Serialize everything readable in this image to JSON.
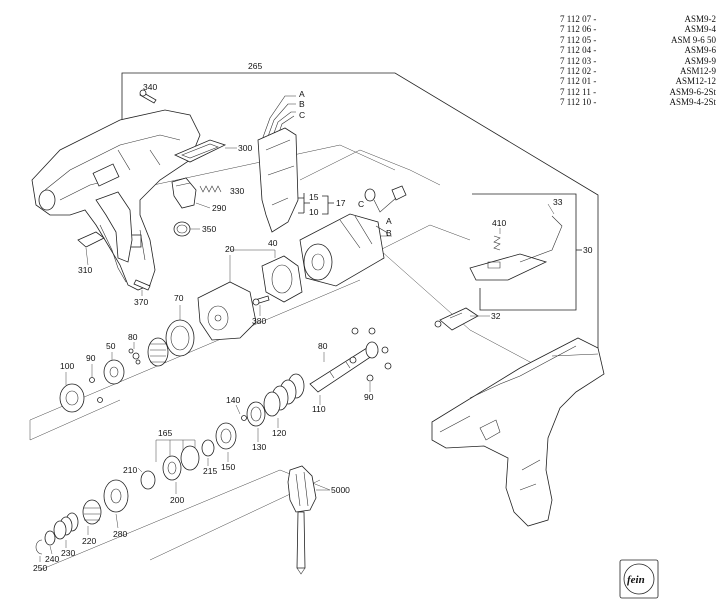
{
  "model_list": [
    {
      "code": "7 112 07 -",
      "model": "ASM9-2"
    },
    {
      "code": "7 112 06 -",
      "model": "ASM9-4"
    },
    {
      "code": "7 112 05 -",
      "model": "ASM 9-6 50"
    },
    {
      "code": "7 112 04 -",
      "model": "ASM9-6"
    },
    {
      "code": "7 112 03 -",
      "model": "ASM9-9"
    },
    {
      "code": "7 112 02 -",
      "model": "ASM12-9"
    },
    {
      "code": "7 112 01 -",
      "model": "ASM12-12"
    },
    {
      "code": "7 112 11 -",
      "model": "ASM9-6-2St"
    },
    {
      "code": "7 112 10 -",
      "model": "ASM9-4-2St"
    }
  ],
  "part_labels": {
    "p265": "265",
    "p340": "340",
    "p300": "300",
    "p330": "330",
    "p290": "290",
    "p350": "350",
    "p310": "310",
    "p370": "370",
    "pA1": "A",
    "pB1": "B",
    "pC1": "C",
    "p15": "15",
    "p17": "17",
    "p10": "10",
    "pC2": "C",
    "pA2": "A",
    "pB2": "B",
    "p20": "20",
    "p40": "40",
    "p70": "70",
    "p380": "380",
    "p80a": "80",
    "p50": "50",
    "p90a": "90",
    "p100": "100",
    "p80b": "80",
    "p90b": "90",
    "p110": "110",
    "p140": "140",
    "p165": "165",
    "p120": "120",
    "p130": "130",
    "p210": "210",
    "p215": "215",
    "p150": "150",
    "p200": "200",
    "p280": "280",
    "p220": "220",
    "p230": "230",
    "p240": "240",
    "p250": "250",
    "p5000": "5000",
    "p410": "410",
    "p33": "33",
    "p30": "30",
    "p32": "32"
  },
  "logo_text": "fein"
}
